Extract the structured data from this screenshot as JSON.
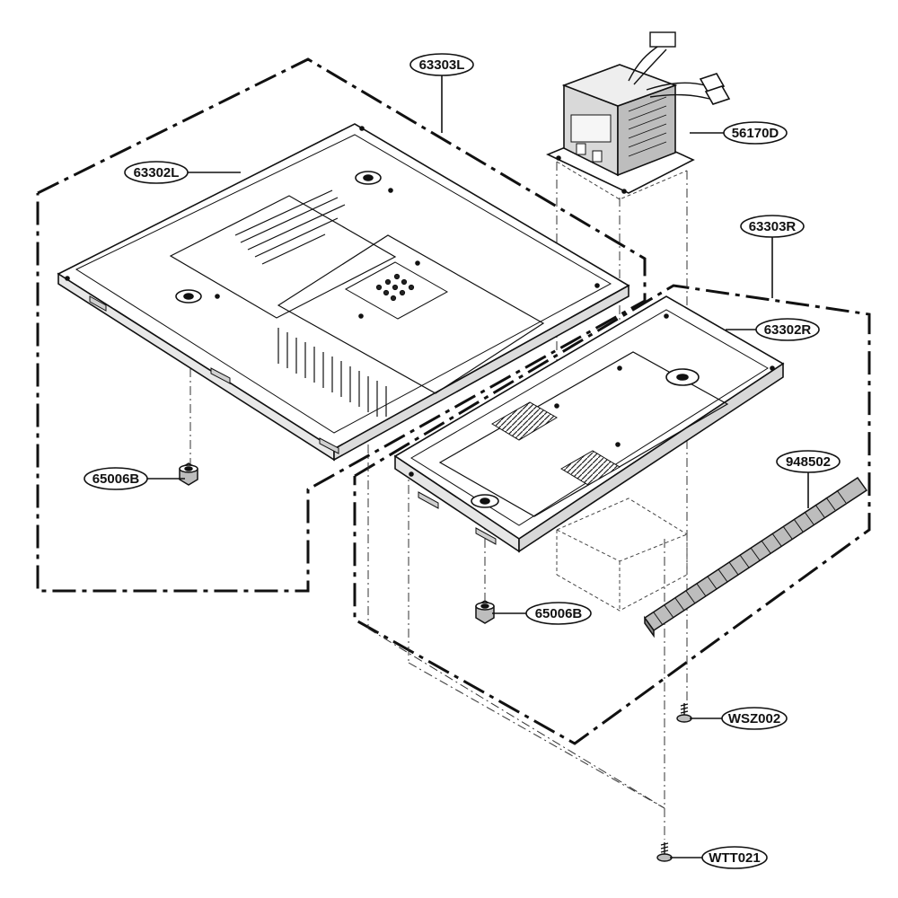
{
  "labels": {
    "l63303L": "63303L",
    "l63302L": "63302L",
    "l56170D": "56170D",
    "l63303R": "63303R",
    "l63302R": "63302R",
    "l948502": "948502",
    "l65006B_left": "65006B",
    "l65006B_right": "65006B",
    "lWSZ002": "WSZ002",
    "lWTT021": "WTT021"
  },
  "colors": {
    "line": "#111111",
    "fill": "#ffffff",
    "shade": "#cfcfcf"
  }
}
